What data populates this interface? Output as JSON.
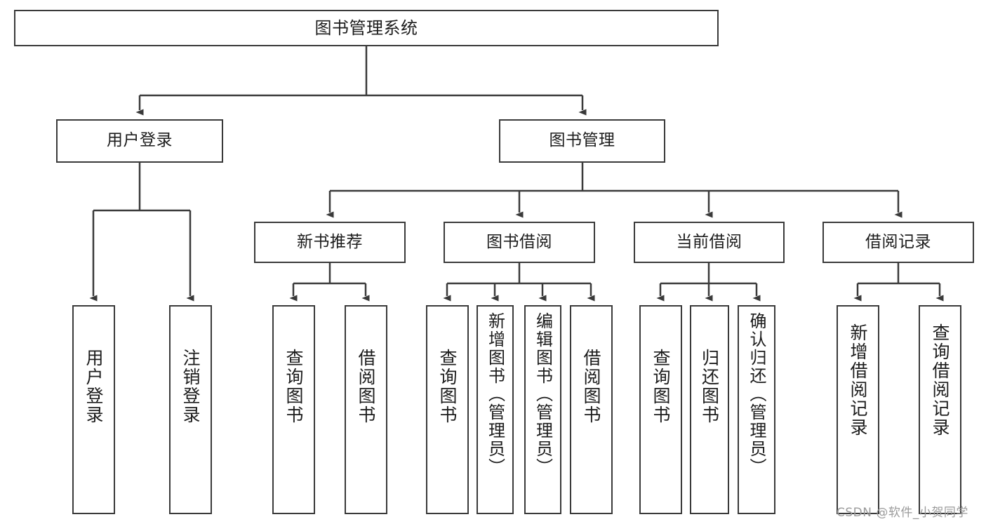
{
  "diagram": {
    "title": "图书管理系统",
    "type": "tree-hierarchy-diagram",
    "colors": {
      "stroke": "#3a3a3a",
      "fill": "#ffffff",
      "text": "#1c1c1c",
      "watermark": "#9b9b9b"
    },
    "levels": {
      "root": {
        "label": "图书管理系统"
      },
      "level2": [
        {
          "label": "用户登录"
        },
        {
          "label": "图书管理"
        }
      ],
      "level3": [
        {
          "label": "新书推荐"
        },
        {
          "label": "图书借阅"
        },
        {
          "label": "当前借阅"
        },
        {
          "label": "借阅记录"
        }
      ],
      "leaves": {
        "user_login": [
          {
            "label": "用户登录"
          },
          {
            "label": "注销登录"
          }
        ],
        "new_book_recommend": [
          {
            "label": "查询图书"
          },
          {
            "label": "借阅图书"
          }
        ],
        "book_borrow": [
          {
            "label": "查询图书"
          },
          {
            "label": "新增图书（管理员）"
          },
          {
            "label": "编辑图书（管理员）"
          },
          {
            "label": "借阅图书"
          }
        ],
        "current_borrow": [
          {
            "label": "查询图书"
          },
          {
            "label": "归还图书"
          },
          {
            "label": "确认归还（管理员）"
          }
        ],
        "borrow_record": [
          {
            "label": "新增借阅记录"
          },
          {
            "label": "查询借阅记录"
          }
        ]
      }
    },
    "watermark": "CSDN @软件_小贺同学"
  }
}
